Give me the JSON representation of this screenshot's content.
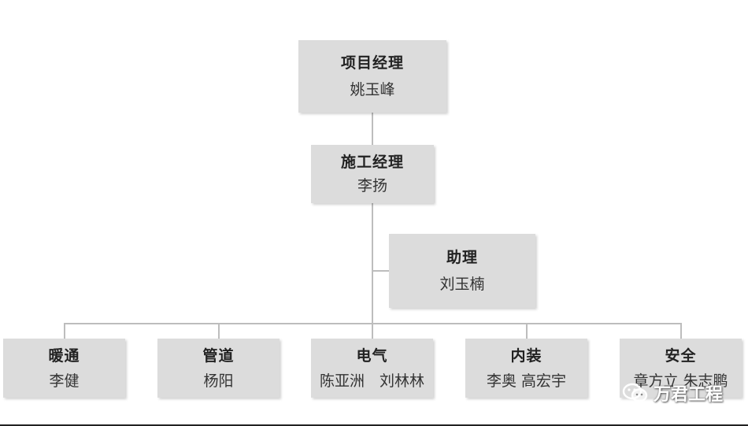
{
  "top": {
    "title": "项目经理",
    "name": "姚玉峰"
  },
  "construction": {
    "title": "施工经理",
    "name": "李扬"
  },
  "assistant": {
    "title": "助理",
    "name": "刘玉楠"
  },
  "departments": [
    {
      "title": "暖通",
      "name": "李健"
    },
    {
      "title": "管道",
      "name": "杨阳"
    },
    {
      "title": "电气",
      "name": "陈亚洲　刘林林"
    },
    {
      "title": "内装",
      "name": "李奥 高宏宇"
    },
    {
      "title": "安全",
      "name": "章方立 朱志鹏"
    }
  ],
  "watermark": {
    "text": "万君工程",
    "icon": "wechat-icon"
  },
  "colors": {
    "box": "#dcdcdc",
    "line": "#bdbdbd"
  }
}
